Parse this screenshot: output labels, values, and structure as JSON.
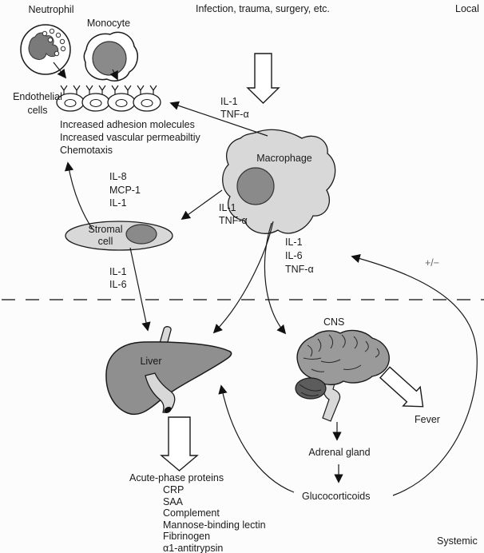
{
  "colors": {
    "cell_fill": "#d8d8d8",
    "nucleus_fill": "#8a8a8a",
    "neutrophil_nucleus_fill": "#7a7a7a",
    "liver_fill": "#8f8f8f",
    "vessel_fill": "#d8d8d8",
    "brain_fill": "#9a9a9a",
    "cerebellum_fill": "#5c5c5c",
    "line": "#1a1a1a"
  },
  "header": {
    "cause": "Infection, trauma, surgery, etc.",
    "region_top": "Local",
    "region_bottom": "Systemic"
  },
  "cells": {
    "neutrophil": "Neutrophil",
    "monocyte": "Monocyte",
    "endothelial_line1": "Endothelial",
    "endothelial_line2": "cells",
    "macrophage": "Macrophage",
    "stromal_line1": "Stromal",
    "stromal_line2": "cell"
  },
  "local_effects": [
    "Increased adhesion molecules",
    "Increased vascular permeabiltiy",
    "Chemotaxis"
  ],
  "cytokines": {
    "macrophage_to_endothelium": [
      "IL-1",
      "TNF-α"
    ],
    "stromal_chemokines": [
      "IL-8",
      "MCP-1",
      "IL-1"
    ],
    "macrophage_to_stromal": [
      "IL-1",
      "TNF-α"
    ],
    "stromal_to_liver": [
      "IL-1",
      "IL-6"
    ],
    "macrophage_systemic": [
      "IL-1",
      "IL-6",
      "TNF-α"
    ]
  },
  "organs": {
    "liver": "Liver",
    "cns": "CNS",
    "adrenal_gland": "Adrenal gland"
  },
  "outcomes": {
    "fever": "Fever",
    "glucocorticoids": "Glucocorticoids",
    "feedback_sign": "+/−"
  },
  "acute_phase": {
    "heading": "Acute-phase proteins",
    "proteins": [
      "CRP",
      "SAA",
      "Complement",
      "Mannose-binding lectin",
      "Fibrinogen",
      "α1-antitrypsin"
    ]
  }
}
